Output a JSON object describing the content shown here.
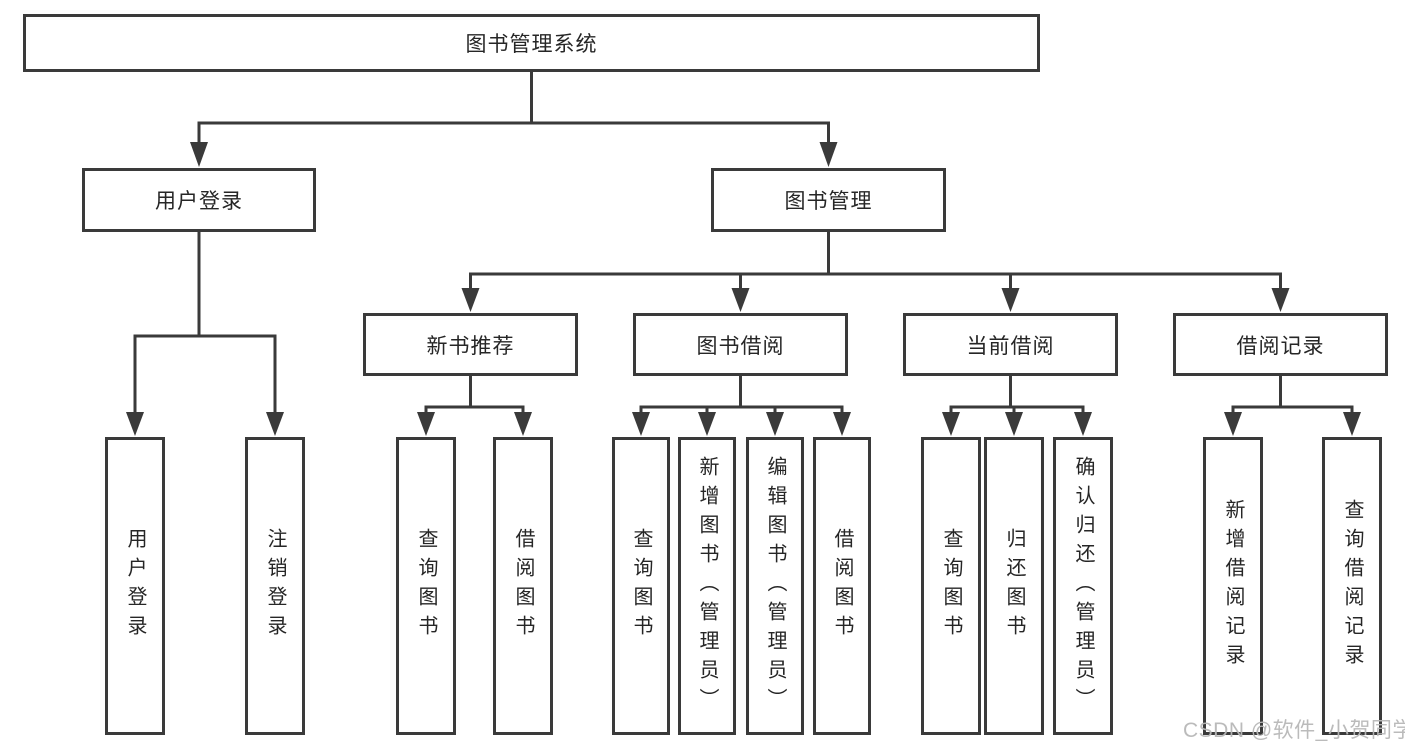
{
  "colors": {
    "background": "#ffffff",
    "line": "#3a3a3a",
    "box_border": "#3a3a3a",
    "text": "#262626",
    "watermark": "#b7b7b7"
  },
  "tree": {
    "root": "图书管理系统",
    "login": {
      "label": "用户登录",
      "children": [
        "用户登录",
        "注销登录"
      ]
    },
    "management": {
      "label": "图书管理"
    },
    "sections": [
      {
        "label": "新书推荐",
        "children": [
          "查询图书",
          "借阅图书"
        ]
      },
      {
        "label": "图书借阅",
        "children": [
          "查询图书",
          "新增图书（管理员）",
          "编辑图书（管理员）",
          "借阅图书"
        ]
      },
      {
        "label": "当前借阅",
        "children": [
          "查询图书",
          "归还图书",
          "确认归还（管理员）"
        ]
      },
      {
        "label": "借阅记录",
        "children": [
          "新增借阅记录",
          "查询借阅记录"
        ]
      }
    ]
  },
  "watermark": "CSDN @软件_小贺同学"
}
